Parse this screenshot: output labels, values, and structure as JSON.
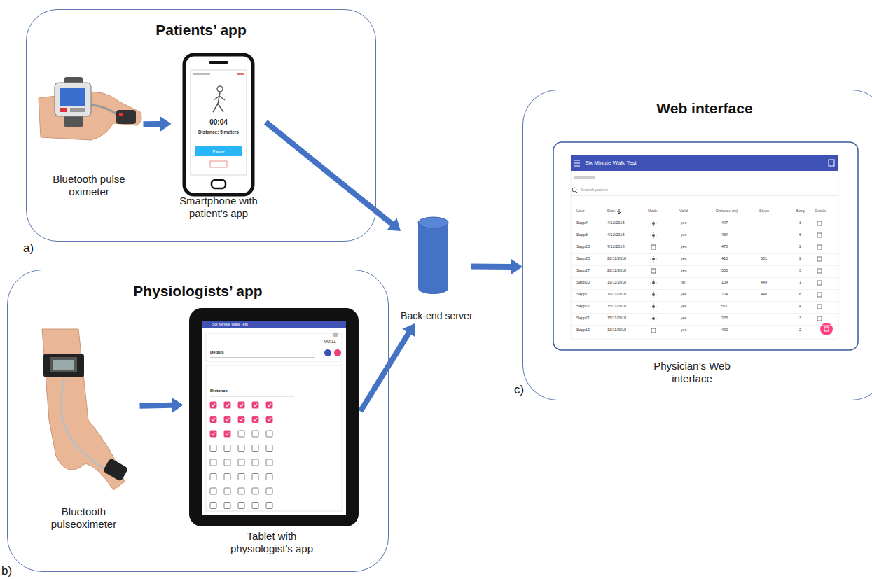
{
  "diagram": {
    "nodes": [
      {
        "text": [
          "Patients’ app"
        ]
      },
      {
        "text": [
          "Bluetooth pulse oximeter"
        ],
        "in": 0
      },
      {
        "text": [
          "Smartphone with patient’s app"
        ],
        "in": 0
      },
      {
        "text": [
          "Physiologists’ app"
        ]
      },
      {
        "text": [
          "Bluetooth pulseoximeter"
        ],
        "in": 3
      },
      {
        "text": [
          "Tablet with physiologist’s app"
        ],
        "in": 3
      },
      {
        "text": [
          "Back-end server"
        ]
      },
      {
        "text": [
          "Web interface"
        ]
      },
      {
        "text": [
          "Physician’s Web interface"
        ],
        "in": 7
      }
    ],
    "edges": [
      {
        "from": 1,
        "to": 2,
        "arrow": "to"
      },
      {
        "from": 2,
        "to": 6,
        "arrow": "to"
      },
      {
        "from": 4,
        "to": 5,
        "arrow": "to"
      },
      {
        "from": 5,
        "to": 6,
        "arrow": "to"
      },
      {
        "from": 6,
        "to": 7,
        "arrow": "to"
      }
    ],
    "labels": [
      "a)",
      "b)",
      "c)",
      "00:04",
      "Distance: 5 meters",
      "Pause",
      "Six Minute Walk Test",
      "00:11",
      "Details",
      "Distance",
      "Six Minute Walk Test",
      "Search patient",
      "User",
      "Date",
      "Mode",
      "Valid",
      "Distance (m)",
      "Steps",
      "Borg",
      "Details",
      "Sapp4",
      "4/12/2018",
      "yes",
      "447",
      "3",
      "Sapp3",
      "4/12/2018",
      "yes",
      "434",
      "6",
      "Sapp23",
      "7/12/2018",
      "yes",
      "470",
      "2",
      "Sapp25",
      "20/11/2018",
      "yes",
      "410",
      "501",
      "2",
      "Sapp27",
      "20/11/2018",
      "yes",
      "556",
      "3",
      "Sapp20",
      "19/11/2018",
      "no",
      "104",
      "449",
      "1",
      "Sapp1",
      "19/11/2018",
      "yes",
      "204",
      "440",
      "6",
      "Sapp22",
      "15/11/2018",
      "yes",
      "511",
      "4",
      "Sapp21",
      "15/11/2018",
      "yes",
      "225",
      "3",
      "Sapp19",
      "13/11/2018",
      "yes",
      "409",
      "2"
    ]
  }
}
